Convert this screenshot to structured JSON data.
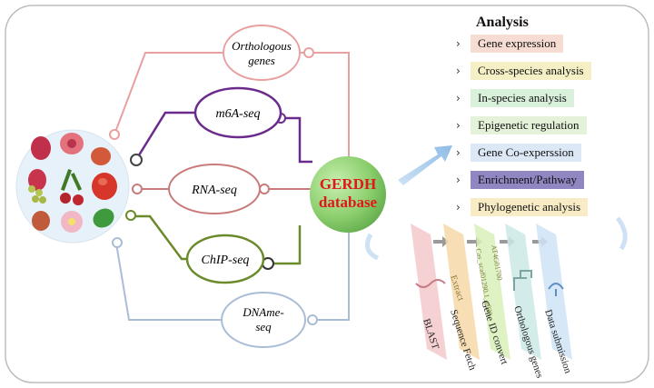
{
  "analysis": {
    "title": "Analysis",
    "items": [
      {
        "label": "Gene expression",
        "color": "#f6dcd2"
      },
      {
        "label": "Cross-species analysis",
        "color": "#f4efc4"
      },
      {
        "label": "In-species analysis",
        "color": "#d9f0db"
      },
      {
        "label": "Epigenetic regulation",
        "color": "#e3f2d8"
      },
      {
        "label": "Gene Co-experssion",
        "color": "#dde8f6"
      },
      {
        "label": "Enrichment/Pathway",
        "color": "#8f86c2"
      },
      {
        "label": "Phylogenetic analysis",
        "color": "#f7ecc5"
      }
    ]
  },
  "center": {
    "line1": "GERDH",
    "line2": "database",
    "text_color": "#e0171b",
    "fill": "#8ccf6e"
  },
  "datatypes": [
    {
      "label_line1": "Orthologous",
      "label_line2": "genes",
      "color": "#e8a0a0"
    },
    {
      "label_line1": "m6A-seq",
      "label_line2": "",
      "color": "#6b2a8c"
    },
    {
      "label_line1": "RNA-seq",
      "label_line2": "",
      "color": "#c97b7b"
    },
    {
      "label_line1": "ChIP-seq",
      "label_line2": "",
      "color": "#6b8a2a"
    },
    {
      "label_line1": "DNAme-",
      "label_line2": "seq",
      "color": "#a9bdd6"
    }
  ],
  "tools": [
    {
      "label": "BLAST",
      "color": "#f3c9cd"
    },
    {
      "label": "Sequence Fetch",
      "color": "#f7d8a8"
    },
    {
      "label": "Gene ID convert",
      "color": "#d8f0b8"
    },
    {
      "label": "Orthologous genes",
      "color": "#cbe9e6"
    },
    {
      "label": "Data submission",
      "color": "#cfe3f6"
    }
  ],
  "tool_snippets": {
    "gene_id_a": "Cas_scaf01290.1_g030",
    "gene_id_b": "AT4G01700",
    "fetch_word": "Extract"
  }
}
